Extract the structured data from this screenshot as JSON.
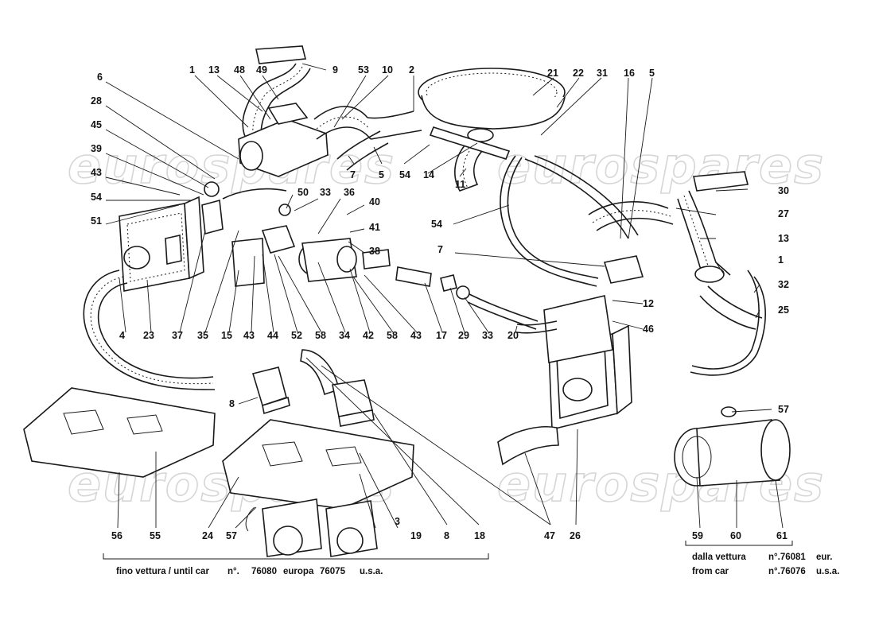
{
  "watermarks": [
    "eurospares",
    "eurospares",
    "eurospares",
    "eurospares"
  ],
  "callouts": {
    "c1a": "1",
    "c13a": "13",
    "c48": "48",
    "c49": "49",
    "c9": "9",
    "c53": "53",
    "c10": "10",
    "c2": "2",
    "c21": "21",
    "c22": "22",
    "c31": "31",
    "c16": "16",
    "c5a": "5",
    "c6": "6",
    "c28": "28",
    "c45": "45",
    "c39": "39",
    "c43a": "43",
    "c54a": "54",
    "c51": "51",
    "c50": "50",
    "c33a": "33",
    "c36": "36",
    "c40": "40",
    "c41": "41",
    "c38": "38",
    "c7a": "7",
    "c5b": "5",
    "c54b": "54",
    "c14": "14",
    "c11": "11",
    "c30": "30",
    "c27": "27",
    "c13b": "13",
    "c1b": "1",
    "c32": "32",
    "c25": "25",
    "c54c": "54",
    "c7b": "7",
    "c12": "12",
    "c46": "46",
    "c4": "4",
    "c23": "23",
    "c37": "37",
    "c35": "35",
    "c15": "15",
    "c43b": "43",
    "c44": "44",
    "c52": "52",
    "c58a": "58",
    "c34": "34",
    "c42": "42",
    "c58b": "58",
    "c43c": "43",
    "c17": "17",
    "c29": "29",
    "c33b": "33",
    "c20": "20",
    "c8a": "8",
    "c57a": "57",
    "c56": "56",
    "c55": "55",
    "c24": "24",
    "c57b": "57",
    "c3": "3",
    "c19": "19",
    "c8b": "8",
    "c18": "18",
    "c47": "47",
    "c26": "26",
    "c59": "59",
    "c60": "60",
    "c61": "61"
  },
  "captions": {
    "until_car": "fino vettura / until car",
    "until_no": "n°.",
    "until_num": "76080",
    "until_europa": "europa",
    "until_usa_num": "76075",
    "until_usa": "u.s.a.",
    "from_it": "dalla vettura",
    "from_it_no": "n°.76081",
    "from_it_eur": "eur.",
    "from_en": "from car",
    "from_en_no": "n°.76076",
    "from_en_usa": "u.s.a."
  }
}
